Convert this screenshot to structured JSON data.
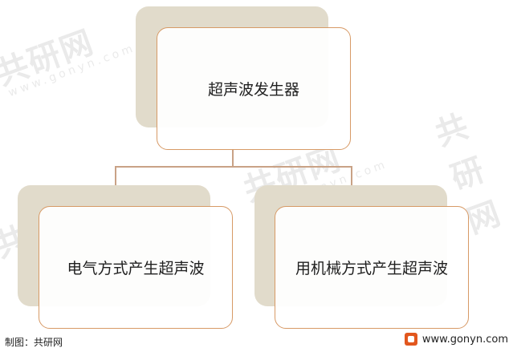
{
  "diagram": {
    "root": {
      "label": "超声波发生器"
    },
    "children": [
      {
        "label": "电气方式产生超声波"
      },
      {
        "label": "用机械方式产生超声波"
      }
    ]
  },
  "footer": {
    "source": "制图：共研网",
    "site": "www.gonyn.com"
  },
  "watermark": {
    "brand": "共研网",
    "url": "www.gonyn.com"
  },
  "colors": {
    "node_border": "#d79a66",
    "shadow": "#e1dbcb",
    "connector": "#c9a286"
  }
}
